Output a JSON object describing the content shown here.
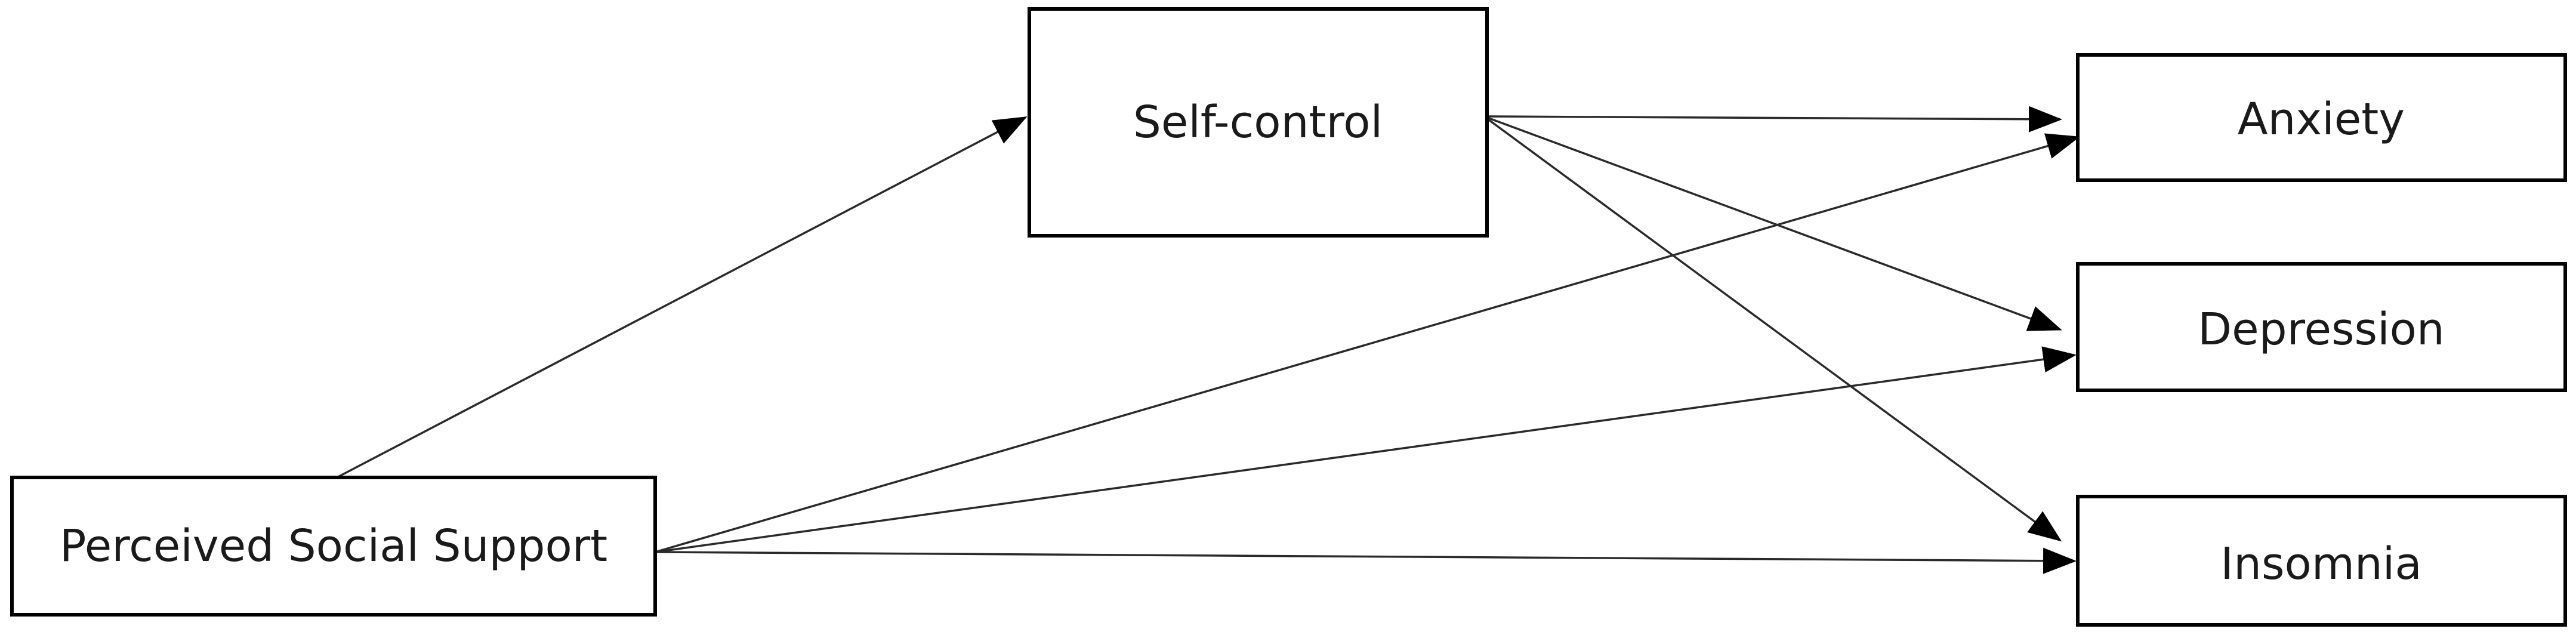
{
  "nodes": {
    "self_control": {
      "label": "Self-control"
    },
    "perceived_social_support": {
      "label": "Perceived Social Support"
    },
    "anxiety": {
      "label": "Anxiety"
    },
    "depression": {
      "label": "Depression"
    },
    "insomnia": {
      "label": "Insomnia"
    }
  },
  "edges": [
    {
      "from": "perceived_social_support",
      "to": "self_control"
    },
    {
      "from": "self_control",
      "to": "anxiety"
    },
    {
      "from": "self_control",
      "to": "depression"
    },
    {
      "from": "self_control",
      "to": "insomnia"
    },
    {
      "from": "perceived_social_support",
      "to": "anxiety"
    },
    {
      "from": "perceived_social_support",
      "to": "depression"
    },
    {
      "from": "perceived_social_support",
      "to": "insomnia"
    }
  ],
  "colors": {
    "stroke": "#000000",
    "edge": "#2a2a2a",
    "text": "#1a1a1a",
    "background": "#ffffff"
  }
}
